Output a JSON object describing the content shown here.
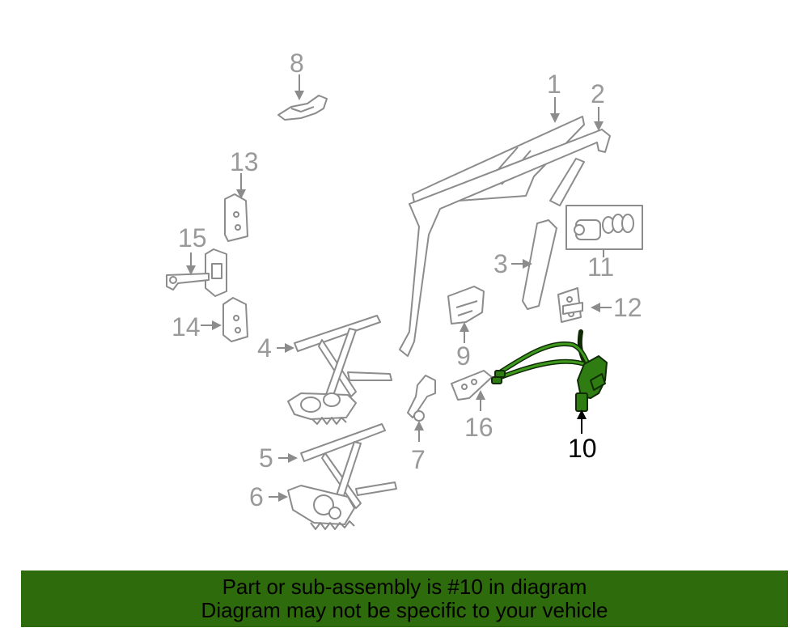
{
  "diagram": {
    "callouts": [
      {
        "id": "1",
        "label": "1"
      },
      {
        "id": "2",
        "label": "2"
      },
      {
        "id": "3",
        "label": "3"
      },
      {
        "id": "4",
        "label": "4"
      },
      {
        "id": "5",
        "label": "5"
      },
      {
        "id": "6",
        "label": "6"
      },
      {
        "id": "7",
        "label": "7"
      },
      {
        "id": "8",
        "label": "8"
      },
      {
        "id": "9",
        "label": "9"
      },
      {
        "id": "10",
        "label": "10"
      },
      {
        "id": "11",
        "label": "11"
      },
      {
        "id": "12",
        "label": "12"
      },
      {
        "id": "13",
        "label": "13"
      },
      {
        "id": "14",
        "label": "14"
      },
      {
        "id": "15",
        "label": "15"
      },
      {
        "id": "16",
        "label": "16"
      }
    ],
    "highlighted_part": "10",
    "highlight_color": "#2e6b0d",
    "part_color": "#8c8c8c"
  },
  "banner": {
    "line1": "Part or sub-assembly is #10 in diagram",
    "line2": "Diagram may not be specific to your vehicle"
  }
}
